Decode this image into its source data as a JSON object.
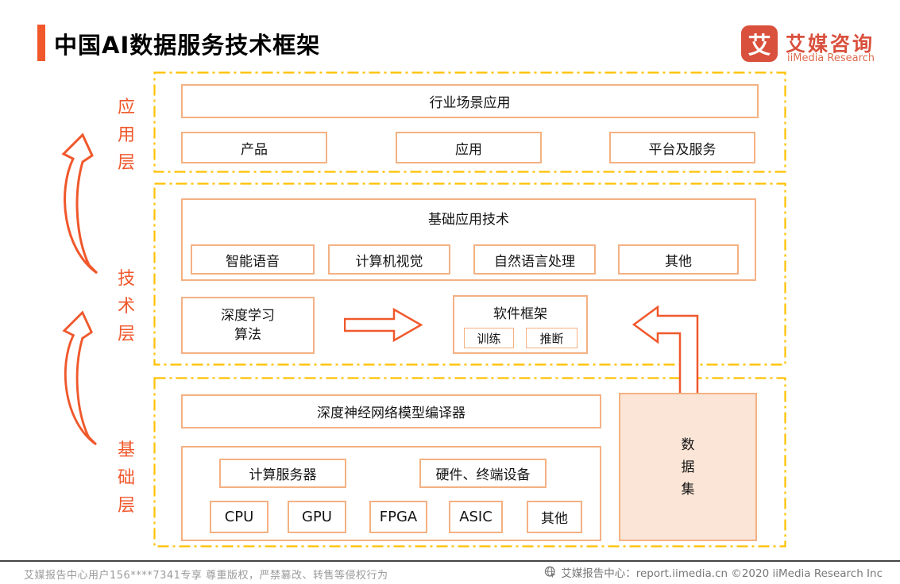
{
  "header": {
    "title": "中国AI数据服务技术框架",
    "logo": {
      "glyph": "艾",
      "name": "艾媒咨询",
      "subtitle": "iiMedia Research"
    }
  },
  "layers": {
    "application": "应用层",
    "technology": "技术层",
    "foundation": "基础层"
  },
  "diagram": {
    "application": {
      "main_box": "行业场景应用",
      "items": [
        "产品",
        "应用",
        "平台及服务"
      ]
    },
    "technology": {
      "base_tech": {
        "title": "基础应用技术",
        "items": [
          "智能语音",
          "计算机视觉",
          "自然语言处理",
          "其他"
        ]
      },
      "dl_algorithm": {
        "line1": "深度学习",
        "line2": "算法"
      },
      "software_framework": {
        "title": "软件框架",
        "items": [
          "训练",
          "推断"
        ]
      }
    },
    "foundation": {
      "compiler": "深度神经网络模型编译器",
      "hardware": {
        "server": "计算服务器",
        "devices": "硬件、终端设备",
        "chips": [
          "CPU",
          "GPU",
          "FPGA",
          "ASIC",
          "其他"
        ]
      },
      "dataset": "数据集"
    }
  },
  "footer": {
    "left": "艾媒报告中心用户156****7341专享 尊重版权，严禁篡改、转售等侵权行为",
    "right": "艾媒报告中心：report.iimedia.cn ©2020 iiMedia Research Inc"
  },
  "colors": {
    "accent_vermilion": "#F0582C",
    "logo_red": "#D9503C",
    "dash_gold": "#FFC000",
    "box_border_salmon": "#F4B183",
    "dataset_fill_peach": "#FBE5D6"
  }
}
